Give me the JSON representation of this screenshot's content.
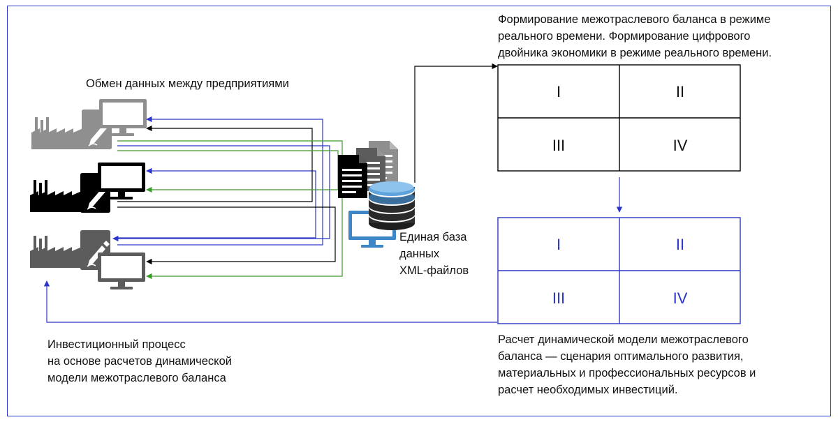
{
  "labels": {
    "exchange": "Обмен данных между предприятиями",
    "realtime": "Формирование межотраслевого баланса в режиме\nреального времени. Формирование цифрового\nдвойника экономики в режиме реального времени.",
    "database": "Единая база\nданных\nXML-файлов",
    "investment": "Инвестиционный процесс\nна основе расчетов динамической\nмодели межотраслевого баланса",
    "dynamic": "Расчет динамической модели межотраслевого\nбаланса — сценария оптимального развития,\nматериальных и профессиональных ресурсов и\nрасчет необходимых инвестиций."
  },
  "top_matrix": {
    "cells": [
      "I",
      "II",
      "III",
      "IV"
    ]
  },
  "bottom_matrix": {
    "cells": [
      "I",
      "II",
      "III",
      "IV"
    ]
  },
  "colors": {
    "frame": "#2b35c8",
    "blue_line": "#2b35c8",
    "green_line": "#3c9a2a",
    "black_line": "#000000",
    "enterprise_1": "#8f8f8f",
    "enterprise_2": "#000000",
    "enterprise_3": "#5c5c5c",
    "db_blue": "#3f86c6"
  },
  "icons": {
    "factory": "factory-icon",
    "tablet": "tablet-pen-icon",
    "monitor": "monitor-icon",
    "documents": "documents-icon",
    "database": "database-icon"
  }
}
